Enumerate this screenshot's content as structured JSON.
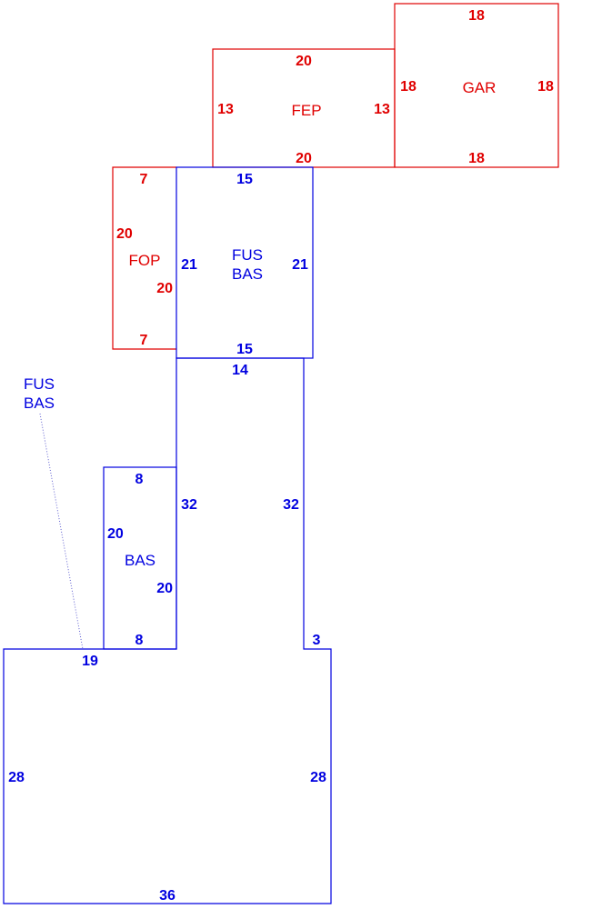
{
  "colors": {
    "addition": "#e00000",
    "living": "#0000e0"
  },
  "areas": {
    "gar": {
      "label": "GAR",
      "top": "18",
      "bottom": "18",
      "left": "18",
      "right": "18"
    },
    "fep": {
      "label": "FEP",
      "top": "20",
      "bottom": "20",
      "left": "13",
      "right": "13"
    },
    "fop": {
      "label": "FOP",
      "top": "7",
      "bottom": "7",
      "left": "20",
      "right": "20"
    },
    "fus_bas": {
      "label_line1": "FUS",
      "label_line2": "BAS",
      "top": "15",
      "bottom": "15",
      "left": "21",
      "right": "21"
    },
    "bas": {
      "label": "BAS",
      "top": "8",
      "bottom": "8",
      "left": "20",
      "right": "20"
    },
    "main": {
      "label_line1": "FUS",
      "label_line2": "BAS",
      "top": "14",
      "left_upper": "32",
      "right_upper": "32",
      "step_right": "3",
      "step_left": "19",
      "left": "28",
      "right": "28",
      "bottom": "36"
    }
  }
}
